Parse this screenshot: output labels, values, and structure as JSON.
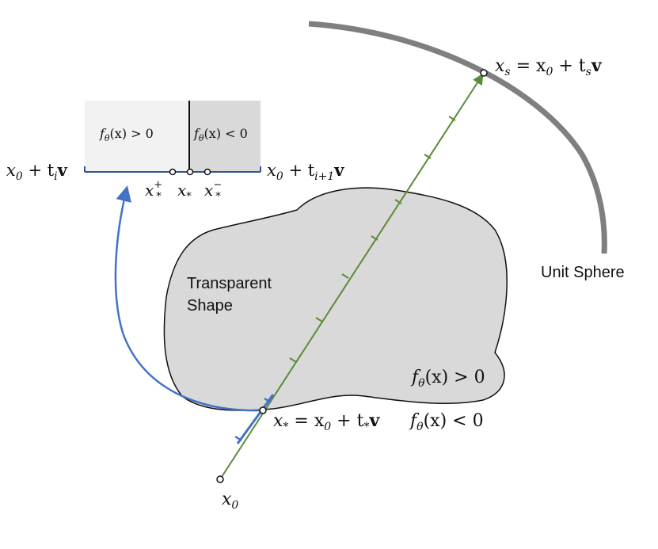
{
  "labels": {
    "shape_line1": "Transparent",
    "shape_line2": "Shape",
    "unit_sphere": "Unit Sphere",
    "xs": {
      "x": "x",
      "sub": "s",
      "rest": " = x",
      "sub0": "0",
      "plus": " + t",
      "tsub": "s",
      "v": "v"
    },
    "xstar": {
      "x": "x",
      "sub": "*",
      "rest": " = x",
      "sub0": "0",
      "plus": " + t",
      "tsub": "*",
      "v": "v"
    },
    "x0": {
      "x": "x",
      "sub": "0"
    },
    "f_pos_inside": {
      "f": "f",
      "theta": "θ",
      "arg": "(x) > 0"
    },
    "f_neg_outside": {
      "f": "f",
      "theta": "θ",
      "arg": "(x) < 0"
    },
    "inset_left": {
      "f": "f",
      "theta": "θ",
      "arg": "(x) > 0"
    },
    "inset_right": {
      "f": "f",
      "theta": "θ",
      "arg": "(x) < 0"
    },
    "inset_xi": {
      "x": "x",
      "sub0": "0",
      "plus": " + t",
      "tsub": "i",
      "v": "v"
    },
    "inset_xi1": {
      "x": "x",
      "sub0": "0",
      "plus": " + t",
      "tsub": "i+1",
      "v": "v"
    },
    "inset_xplus": {
      "x": "x",
      "sub": "*",
      "sup": "+"
    },
    "inset_xstar": {
      "x": "x",
      "sub": "*"
    },
    "inset_xminus": {
      "x": "x",
      "sub": "*",
      "sup": "−"
    }
  },
  "colors": {
    "ray": "#5b8a3a",
    "blue": "#4472c4",
    "inset_blue": "#2f5597",
    "sphere": "#7f7f7f",
    "shape_fill": "#d9d9d9",
    "inset_left": "#f2f2f2",
    "inset_right": "#d9d9d9"
  }
}
